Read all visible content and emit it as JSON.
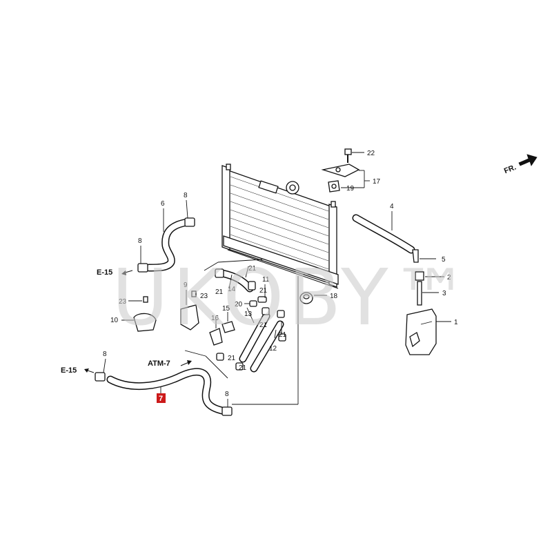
{
  "watermark": "UKOBY™",
  "direction_label": "FR.",
  "references": {
    "e15_upper": "E-15",
    "e15_lower": "E-15",
    "atm7": "ATM-7"
  },
  "highlighted_part": "7",
  "callouts": {
    "p1": "1",
    "p2": "2",
    "p3": "3",
    "p4": "4",
    "p5": "5",
    "p6": "6",
    "p8_upper": "8",
    "p8_left": "8",
    "p8_bottom_left": "8",
    "p8_bottom": "8",
    "p9": "9",
    "p10": "10",
    "p11": "11",
    "p12": "12",
    "p13": "13",
    "p14": "14",
    "p15": "15",
    "p16": "16",
    "p17": "17",
    "p18": "18",
    "p19": "19",
    "p20": "20",
    "p21_a": "21",
    "p21_b": "21",
    "p21_c": "21",
    "p21_d": "21",
    "p21_e": "21",
    "p21_f": "21",
    "p21_g": "21",
    "p22": "22",
    "p23_a": "23",
    "p23_b": "23"
  }
}
